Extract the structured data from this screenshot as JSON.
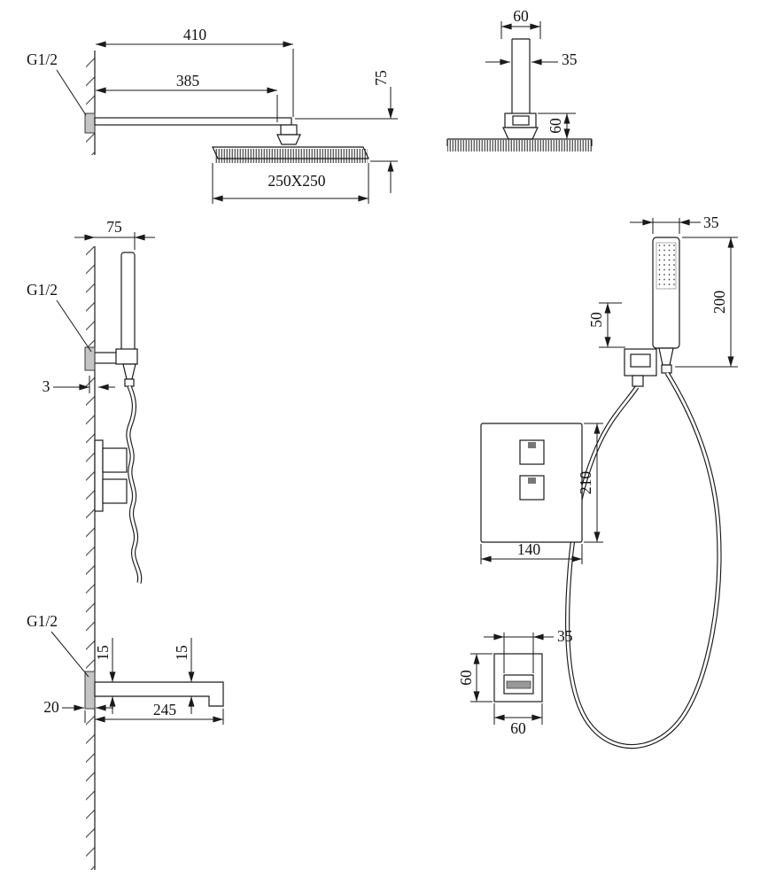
{
  "drawing": {
    "background": "#ffffff",
    "line_color": "#1a1a1a",
    "anchor_fill": "#c4c4c4"
  },
  "views": {
    "rain_shower_side": {
      "thread_label": "G1/2",
      "dim_total": "410",
      "dim_arm": "385",
      "dim_drop": "75",
      "dim_head": "250X250"
    },
    "rain_shower_front": {
      "dim_width": "60",
      "dim_pipe": "35",
      "dim_height": "60"
    },
    "hand_shower_side": {
      "thread_label": "G1/2",
      "dim_reach": "75",
      "dim_plate": "3"
    },
    "hand_shower_front": {
      "dim_width": "35",
      "dim_length": "200",
      "dim_elbow": "50"
    },
    "mixer_front": {
      "dim_height": "210",
      "dim_width": "140"
    },
    "spout_side": {
      "thread_label": "G1/2",
      "dim_height_rear": "15",
      "dim_height_front": "15",
      "dim_plate": "20",
      "dim_length": "245"
    },
    "spout_front": {
      "dim_outlet": "35",
      "dim_height": "60",
      "dim_width": "60"
    }
  }
}
